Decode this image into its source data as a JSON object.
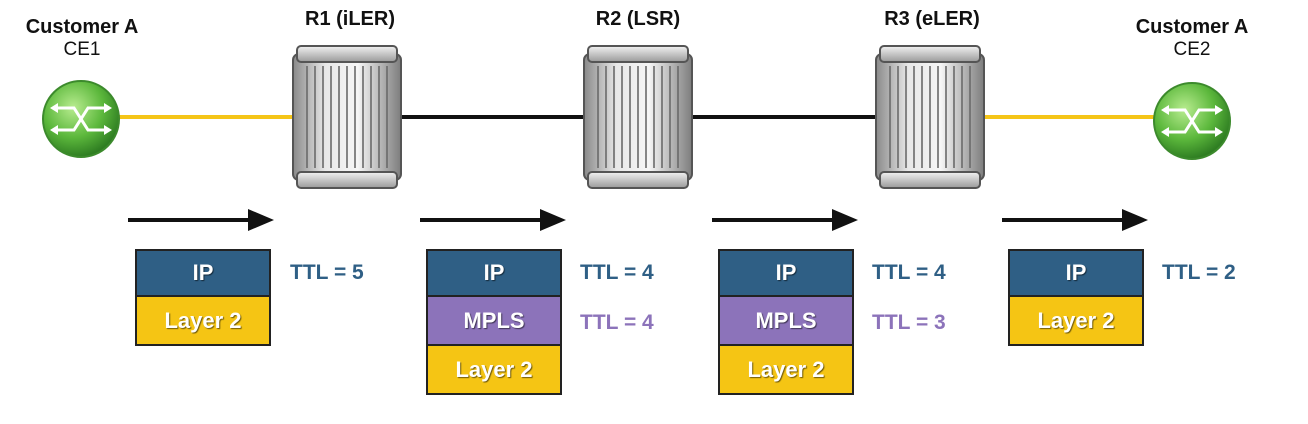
{
  "nodes": {
    "ce1": {
      "title": "Customer A",
      "subtitle": "CE1"
    },
    "r1": {
      "title": "R1 (iLER)"
    },
    "r2": {
      "title": "R2 (LSR)"
    },
    "r3": {
      "title": "R3 (eLER)"
    },
    "ce2": {
      "title": "Customer A",
      "subtitle": "CE2"
    }
  },
  "headers": [
    {
      "layers": [
        "IP",
        "Layer 2"
      ],
      "ttls": [
        "TTL = 5"
      ]
    },
    {
      "layers": [
        "IP",
        "MPLS",
        "Layer 2"
      ],
      "ttls": [
        "TTL = 4",
        "TTL = 4"
      ]
    },
    {
      "layers": [
        "IP",
        "MPLS",
        "Layer 2"
      ],
      "ttls": [
        "TTL = 4",
        "TTL = 3"
      ]
    },
    {
      "layers": [
        "IP",
        "Layer 2"
      ],
      "ttls": [
        "TTL = 2"
      ]
    }
  ],
  "colors": {
    "ip": "#2f5f85",
    "mpls": "#8c73ba",
    "layer2": "#f5c514",
    "access_link": "#f5c518",
    "core_link": "#111111",
    "ce_green": "#5cb83c"
  },
  "icons": {
    "ce": "switch-icon",
    "router": "router-icon",
    "arrow": "arrow-right-icon"
  }
}
